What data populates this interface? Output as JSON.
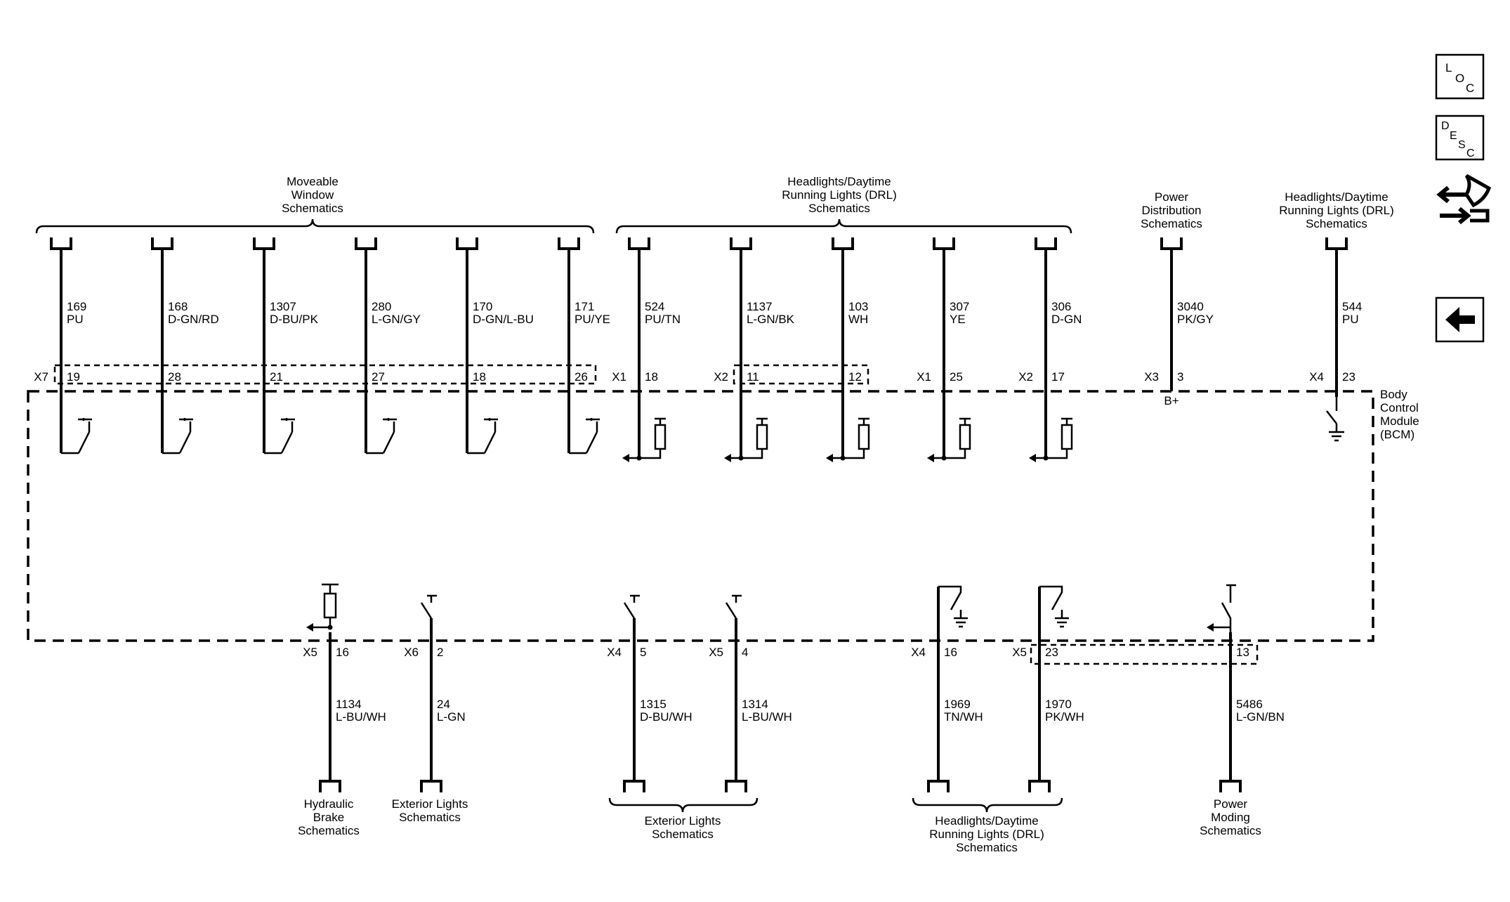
{
  "module": {
    "name_lines": [
      "Body",
      "Control",
      "Module",
      "(BCM)"
    ]
  },
  "top_groups": [
    {
      "lines": [
        "Moveable",
        "Window",
        "Schematics"
      ]
    },
    {
      "lines": [
        "Headlights/Daytime",
        "Running Lights (DRL)",
        "Schematics"
      ]
    },
    {
      "lines": [
        "Power",
        "Distribution",
        "Schematics"
      ]
    },
    {
      "lines": [
        "Headlights/Daytime",
        "Running Lights (DRL)",
        "Schematics"
      ]
    }
  ],
  "top_wires": [
    {
      "circuit": "169",
      "color": "PU",
      "connector": "X7",
      "pin": "19"
    },
    {
      "circuit": "168",
      "color": "D-GN/RD",
      "connector": "",
      "pin": "28"
    },
    {
      "circuit": "1307",
      "color": "D-BU/PK",
      "connector": "",
      "pin": "21"
    },
    {
      "circuit": "280",
      "color": "L-GN/GY",
      "connector": "",
      "pin": "27"
    },
    {
      "circuit": "170",
      "color": "D-GN/L-BU",
      "connector": "",
      "pin": "18"
    },
    {
      "circuit": "171",
      "color": "PU/YE",
      "connector": "",
      "pin": "26"
    },
    {
      "circuit": "524",
      "color": "PU/TN",
      "connector": "X1",
      "pin": "18"
    },
    {
      "circuit": "1137",
      "color": "L-GN/BK",
      "connector": "X2",
      "pin": "11"
    },
    {
      "circuit": "103",
      "color": "WH",
      "connector": "",
      "pin": "12"
    },
    {
      "circuit": "307",
      "color": "YE",
      "connector": "X1",
      "pin": "25"
    },
    {
      "circuit": "306",
      "color": "D-GN",
      "connector": "X2",
      "pin": "17"
    },
    {
      "circuit": "3040",
      "color": "PK/GY",
      "connector": "X3",
      "pin": "3",
      "internal": "B+"
    },
    {
      "circuit": "544",
      "color": "PU",
      "connector": "X4",
      "pin": "23"
    }
  ],
  "bottom_wires": [
    {
      "circuit": "1134",
      "color": "L-BU/WH",
      "connector": "X5",
      "pin": "16"
    },
    {
      "circuit": "24",
      "color": "L-GN",
      "connector": "X6",
      "pin": "2"
    },
    {
      "circuit": "1315",
      "color": "D-BU/WH",
      "connector": "X4",
      "pin": "5"
    },
    {
      "circuit": "1314",
      "color": "L-BU/WH",
      "connector": "X5",
      "pin": "4"
    },
    {
      "circuit": "1969",
      "color": "TN/WH",
      "connector": "X4",
      "pin": "16"
    },
    {
      "circuit": "1970",
      "color": "PK/WH",
      "connector": "X5",
      "pin": "23"
    },
    {
      "circuit": "5486",
      "color": "L-GN/BN",
      "connector": "",
      "pin": "13"
    }
  ],
  "bottom_groups": [
    {
      "lines": [
        "Hydraulic",
        "Brake",
        "Schematics"
      ]
    },
    {
      "lines": [
        "Exterior Lights",
        "Schematics"
      ]
    },
    {
      "lines": [
        "Exterior Lights",
        "Schematics"
      ]
    },
    {
      "lines": [
        "Headlights/Daytime",
        "Running Lights (DRL)",
        "Schematics"
      ]
    },
    {
      "lines": [
        "Power",
        "Moding",
        "Schematics"
      ]
    }
  ],
  "nav": {
    "loc": {
      "l": "L",
      "o": "O",
      "c": "C"
    },
    "desc": {
      "d": "D",
      "e": "E",
      "s": "S",
      "c": "C"
    },
    "icons": [
      "connector-arrows-icon",
      "back-arrow-icon"
    ]
  }
}
